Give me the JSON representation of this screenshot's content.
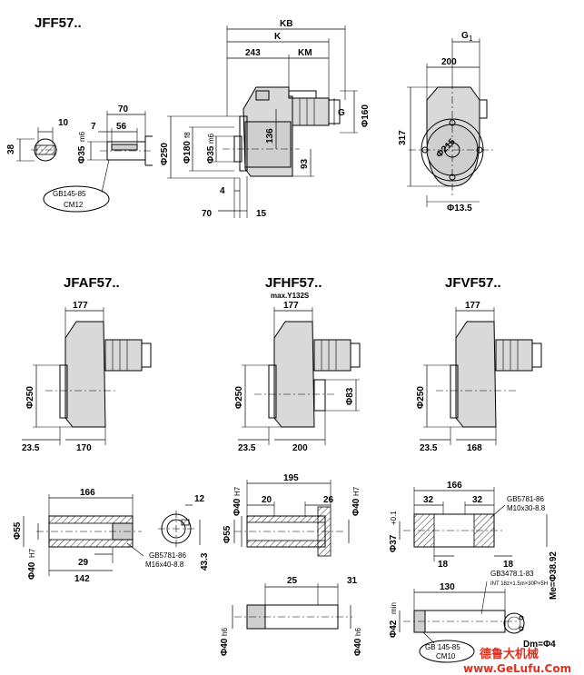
{
  "titles": {
    "jff": "JFF57..",
    "jfaf": "JFAF57..",
    "jfhf": "JFHF57..",
    "jfhf_sub": "max.Y132S",
    "jfvf": "JFVF57.."
  },
  "jff": {
    "kb": "KB",
    "k": "K",
    "d243": "243",
    "km": "KM",
    "g1": "G",
    "g1_sub": "1",
    "d200": "200",
    "g": "G",
    "phi160": "Φ160",
    "d317": "317",
    "phi215": "Φ215",
    "phi13_5": "Φ13.5",
    "phi250": "Φ250",
    "phi180": "Φ180",
    "phi180_tol": "f8",
    "phi35": "Φ35",
    "phi35_tol": "m6",
    "d136": "136",
    "d93": "93",
    "d4": "4",
    "d70": "70",
    "d15": "15",
    "shaft_70": "70",
    "shaft_7": "7",
    "shaft_56": "56",
    "shaft_10": "10",
    "shaft_38": "38",
    "shaft_phi35": "Φ35",
    "shaft_phi35_tol": "m6",
    "key_std": "GB145-85",
    "key_spec": "CM12"
  },
  "jfaf": {
    "d177": "177",
    "phi250": "Φ250",
    "d23_5": "23.5",
    "d170": "170",
    "d166": "166",
    "d12": "12",
    "phi55": "Φ55",
    "phi40": "Φ40",
    "phi40_tol": "H7",
    "d29": "29",
    "d142": "142",
    "d43_3": "43.3",
    "screw_std": "GB5781-86",
    "screw_spec": "M16x40-8.8"
  },
  "jfhf": {
    "d177": "177",
    "phi250": "Φ250",
    "phi83": "Φ83",
    "d23_5": "23.5",
    "d200": "200",
    "d195": "195",
    "d20": "20",
    "d26": "26",
    "phi40a": "Φ40",
    "phi40a_tol": "H7",
    "phi40b": "Φ40",
    "phi40b_tol": "H7",
    "phi55": "Φ55",
    "d25": "25",
    "d31": "31",
    "phi40c": "Φ40",
    "phi40c_tol": "h6",
    "phi40d": "Φ40",
    "phi40d_tol": "h6"
  },
  "jfvf": {
    "d177": "177",
    "phi250": "Φ250",
    "d23_5": "23.5",
    "d168": "168",
    "d166": "166",
    "d32a": "32",
    "d32b": "32",
    "d18a": "18",
    "d18b": "18",
    "phi37": "Φ37",
    "phi37_tol": "+0.1",
    "me": "Me=Φ38.92",
    "screw_std": "GB5781-86",
    "screw_spec": "M10x30-8.8",
    "gb3478": "GB3478.1-83",
    "gb3478_spec": "INT 18z×1.5m×30P×5H",
    "d130": "130",
    "phi42": "Φ42",
    "phi42_tol": "min",
    "dm": "Dm=Φ4",
    "key_std": "GB 145-85",
    "key_spec": "CM10"
  },
  "watermark": {
    "cn": "德鲁大机械",
    "url": "www.GeLufu.Com"
  }
}
